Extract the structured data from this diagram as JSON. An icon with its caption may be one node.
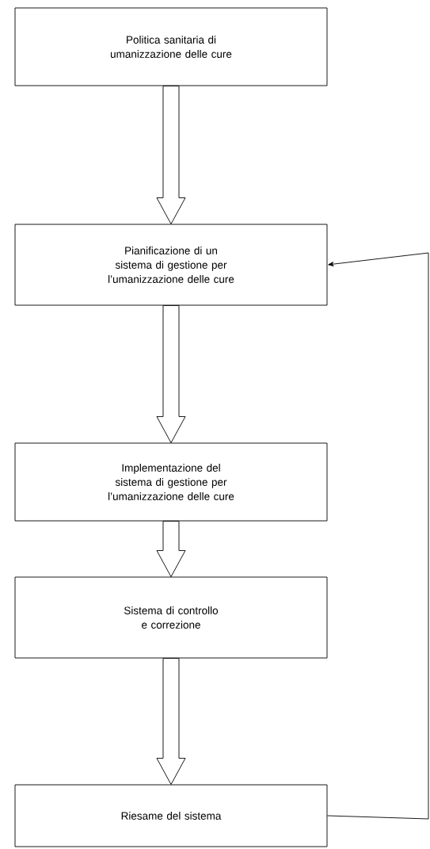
{
  "diagram": {
    "nodes": [
      {
        "text": [
          "Politica sanitaria di umanizzazione delle cure"
        ]
      },
      {
        "text": [
          "Pianificazione di un sistema di gestione per l’umanizzazione delle cure"
        ]
      },
      {
        "text": [
          "Implementazione del sistema di gestione per l’umanizzazione delle cure"
        ]
      },
      {
        "text": [
          "Sistema di controllo e correzione"
        ]
      },
      {
        "text": [
          "Riesame del sistema"
        ]
      }
    ],
    "edges": [
      {
        "from": 0,
        "to": 1,
        "arrow": "to"
      },
      {
        "from": 1,
        "to": 2,
        "arrow": "to"
      },
      {
        "from": 2,
        "to": 3,
        "arrow": "to"
      },
      {
        "from": 3,
        "to": 4,
        "arrow": "to"
      },
      {
        "from": 4,
        "to": 1,
        "arrow": "to"
      }
    ]
  }
}
